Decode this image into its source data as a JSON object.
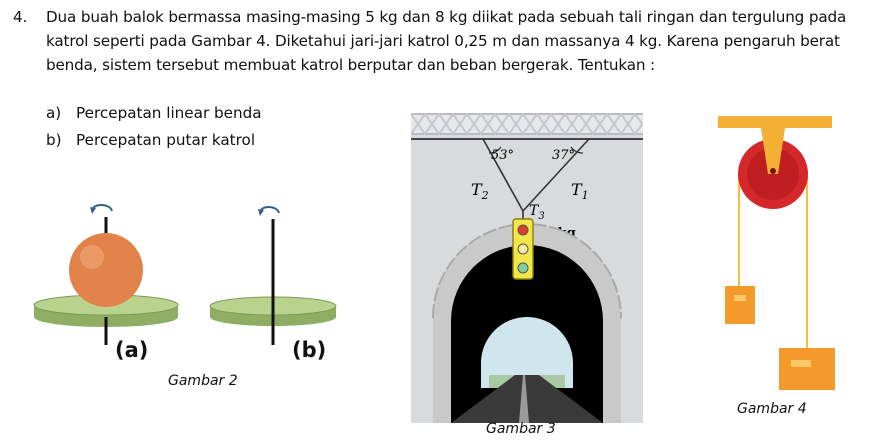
{
  "problem": {
    "number": "4.",
    "text": "Dua buah balok bermassa masing-masing 5 kg dan 8 kg diikat pada sebuah tali ringan dan tergulung pada katrol seperti pada Gambar 4. Diketahui jari-jari katrol 0,25 m dan massanya 4 kg. Karena pengaruh berat benda, sistem tersebut membuat katrol berputar dan beban bergerak. Tentukan :",
    "parts": [
      {
        "label": "a)",
        "text": "Percepatan linear benda"
      },
      {
        "label": "b)",
        "text": "Percepatan putar katrol"
      }
    ]
  },
  "figure2": {
    "caption": "Gambar 2",
    "label_a": "(a)",
    "label_b": "(b)",
    "colors": {
      "disk_top": "#b9d38f",
      "disk_side": "#8fae64",
      "ball": "#e0824a",
      "rod": "#111111"
    }
  },
  "figure3": {
    "caption": "Gambar 3",
    "angle_left": "53°",
    "angle_right": "37°",
    "tension_left": "T",
    "tension_left_sub": "2",
    "tension_right": "T",
    "tension_right_sub": "1",
    "tension_mid": "T",
    "tension_mid_sub": "3",
    "mass": "33 kg",
    "colors": {
      "ceiling": "#dfe3e6",
      "wall": "#d9dadb",
      "tunnel": "#000000",
      "stone": "#c9c9c9",
      "signal": "#f2e74a"
    }
  },
  "figure4": {
    "caption": "Gambar 4",
    "colors": {
      "pulley": "#d4282b",
      "mount": "#f4b035",
      "block": "#f39a2a",
      "string": "#f0c23a"
    }
  }
}
